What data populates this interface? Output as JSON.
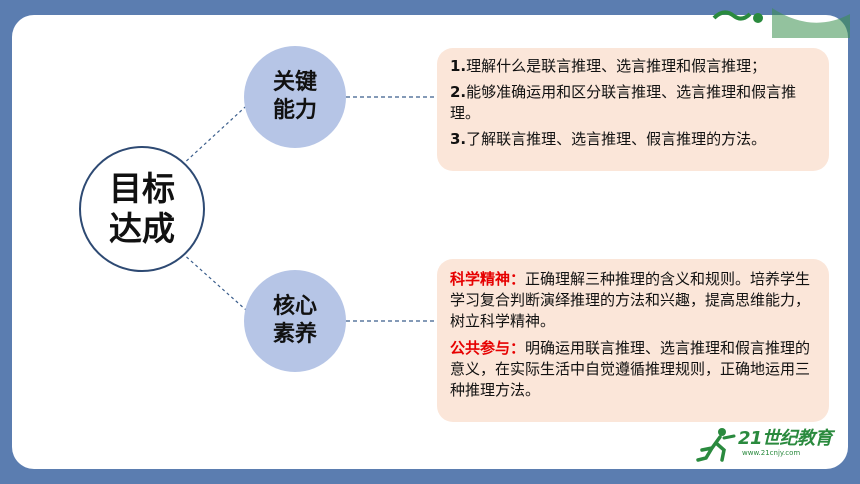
{
  "main_circle": {
    "line1": "目标",
    "line2": "达成"
  },
  "key_ability": {
    "line1": "关键",
    "line2": "能力"
  },
  "core_literacy": {
    "line1": "核心",
    "line2": "素养"
  },
  "ability_items": [
    {
      "num": "1.",
      "text": "理解什么是联言推理、选言推理和假言推理；"
    },
    {
      "num": "2.",
      "text": "能够准确运用和区分联言推理、选言推理和假言推理。"
    },
    {
      "num": "3.",
      "text": "了解联言推理、选言推理、假言推理的方法。"
    }
  ],
  "literacy_items": [
    {
      "label": "科学精神：",
      "text": "正确理解三种推理的含义和规则。培养学生学习复合判断演绎推理的方法和兴趣，提高思维能力，树立科学精神。"
    },
    {
      "label": "公共参与：",
      "text": "明确运用联言推理、选言推理和假言推理的意义，在实际生活中自觉遵循推理规则，正确地运用三种推理方法。"
    }
  ],
  "logo": {
    "brand": "21世纪教育",
    "url": "www.21cnjy.com"
  },
  "colors": {
    "background": "#5b7db0",
    "sub_circle": "#b6c5e6",
    "box": "#fbe6d9",
    "highlight": "#e60000"
  }
}
